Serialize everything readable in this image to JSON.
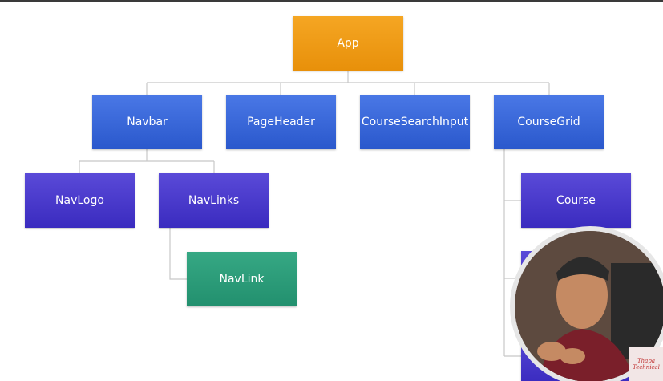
{
  "diagram": {
    "nodes": {
      "app": "App",
      "navbar": "Navbar",
      "pageheader": "PageHeader",
      "coursesearchinput": "CourseSearchInput",
      "coursegrid": "CourseGrid",
      "navlogo": "NavLogo",
      "navlinks": "NavLinks",
      "navlink": "NavLink",
      "course": "Course"
    },
    "colors": {
      "root": "#f0a010",
      "level1": "#3a68dc",
      "level2": "#4a3acc",
      "leaf": "#2a9a78",
      "connector": "#c8c8c8"
    }
  },
  "overlay": {
    "presenter": "presenter-webcam",
    "watermark_line1": "Thapa",
    "watermark_line2": "Technical"
  }
}
